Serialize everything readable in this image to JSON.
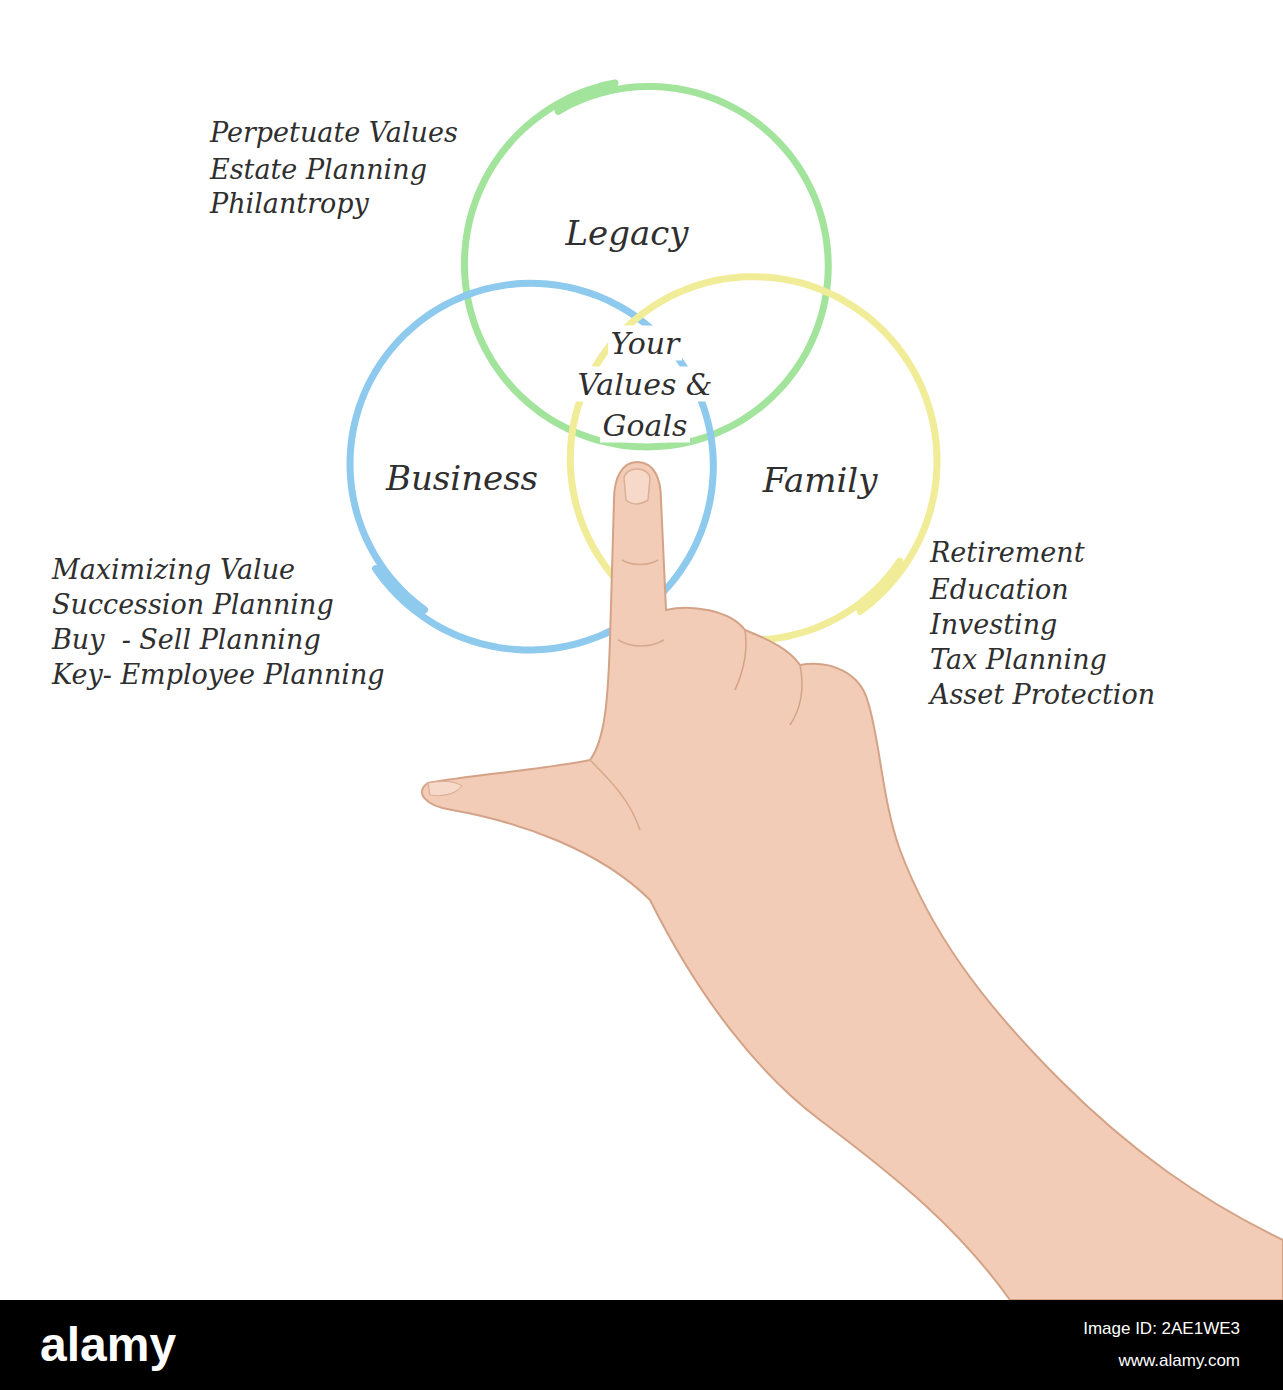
{
  "diagram": {
    "nodes": [
      {
        "text": [
          "Legacy"
        ]
      },
      {
        "text": [
          "Business"
        ]
      },
      {
        "text": [
          "Family"
        ]
      }
    ],
    "labels": [
      "Your Values & Goals",
      "Perpetuate Values",
      "Estate Planning",
      "Philantropy",
      "Maximizing Value",
      "Succession Planning",
      "Buy  - Sell Planning",
      "Key- Employee Planning",
      "Retirement",
      "Education",
      "Investing",
      "Tax Planning",
      "Asset Protection",
      "alamy",
      "Image ID: 2AE1WE3",
      "www.alamy.com"
    ]
  }
}
